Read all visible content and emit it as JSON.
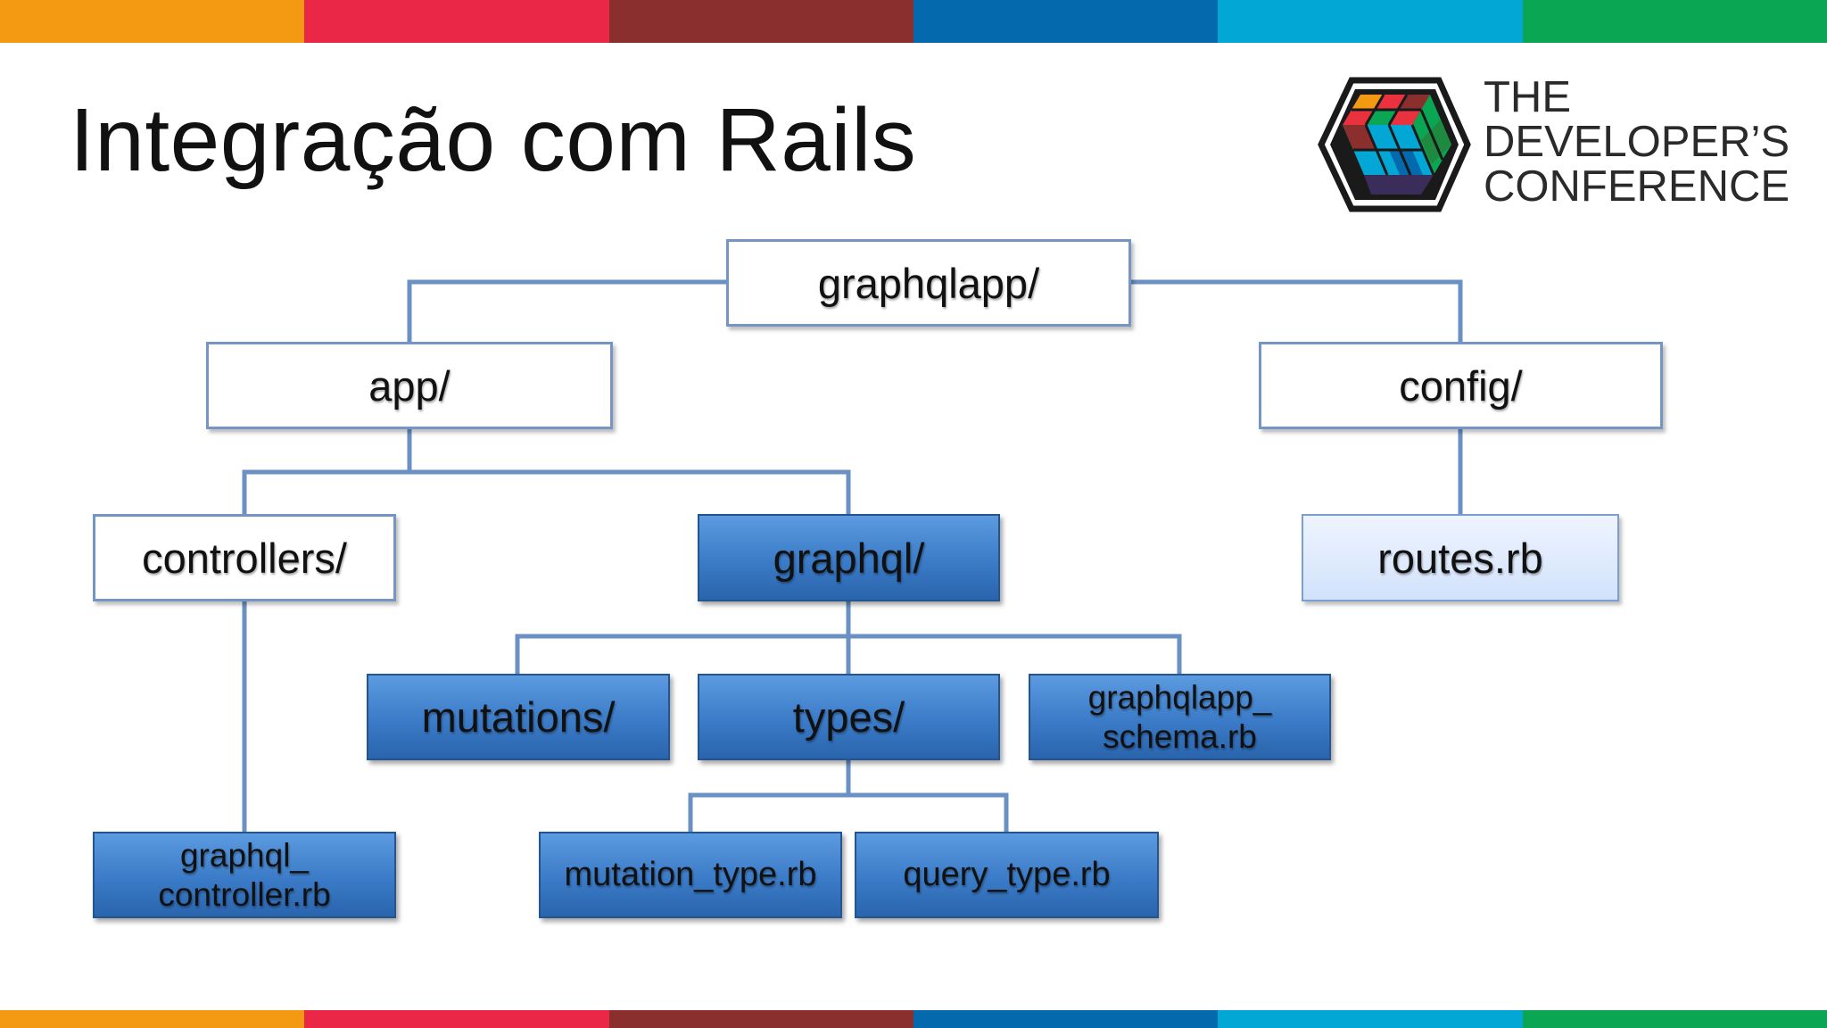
{
  "title": "Integração com Rails",
  "logo": {
    "line1": "THE",
    "line2": "DEVELOPER’S",
    "line3": "CONFERENCE"
  },
  "colors": {
    "stripes": [
      "#f39a12",
      "#eb2747",
      "#8b2f2e",
      "#0569ad",
      "#03a7d6",
      "#0aa654"
    ],
    "connector": "#6a90c4",
    "blue_node": "#3b7bc7"
  },
  "tree": {
    "root": "graphqlapp/",
    "app": "app/",
    "config": "config/",
    "controllers": "controllers/",
    "graphql": "graphql/",
    "routes": "routes.rb",
    "mutations": "mutations/",
    "types": "types/",
    "schema_l1": "graphqlapp_",
    "schema_l2": "schema.rb",
    "controller_l1": "graphql_",
    "controller_l2": "controller.rb",
    "mutation_type": "mutation_type.rb",
    "query_type": "query_type.rb"
  }
}
